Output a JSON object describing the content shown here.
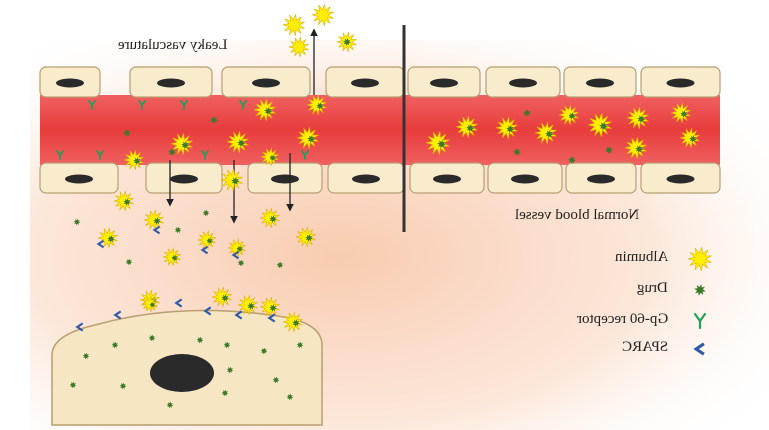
{
  "labels": {
    "leaky": "Leaky vasculature",
    "normal": "Normal blood vessel"
  },
  "legend": [
    {
      "label": "Albumin",
      "icon": "albumin-star-icon"
    },
    {
      "label": "Drug",
      "icon": "drug-star-icon"
    },
    {
      "label": "Gp-60 receptor",
      "icon": "gp60-receptor-icon"
    },
    {
      "label": "SPARC",
      "icon": "sparc-chevron-icon"
    }
  ],
  "colors": {
    "albumin": "#ffee00",
    "albumin_edge": "#e0b400",
    "drug": "#3d7a2a",
    "receptor": "#1fa05a",
    "sparc": "#2f5aa8",
    "blood": "#ee4444",
    "cell": "#f8eccc",
    "cell_edge": "#b89e70",
    "nucleus": "#2a2a2a",
    "tissue": "#fbe0cf"
  }
}
